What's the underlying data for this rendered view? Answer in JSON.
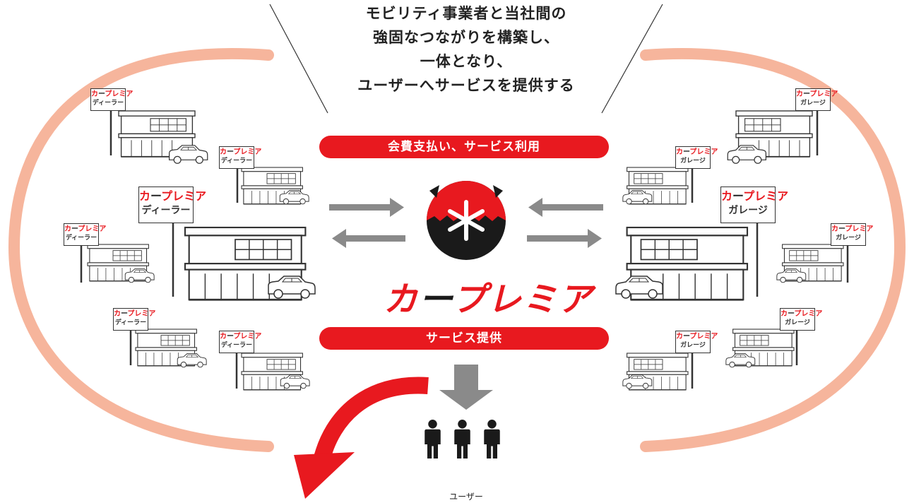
{
  "headline": {
    "line1": "モビリティ事業者と当社間の",
    "line2": "強固なつながりを構築し、",
    "line3": "一体となり、",
    "line4": "ユーザーへサービスを提供する"
  },
  "flows": {
    "top_label": "会費支払い、サービス利用",
    "bottom_label": "サービス提供"
  },
  "brand": {
    "name_part1": "カ",
    "name_dash": "ー",
    "name_part2": "プレミア",
    "sign_brand_part1": "カ",
    "sign_brand_dash": "ー",
    "sign_brand_part2": "プレミア",
    "dealer_label": "ディーラー",
    "garage_label": "ガレージ"
  },
  "users": {
    "label": "ユーザー",
    "count": 3
  },
  "colors": {
    "brand_red": "#e8191f",
    "ellipse_stroke": "#f6b59c",
    "arrow_gray": "#8a8a8a",
    "ink": "#1a1a1a"
  },
  "icons": {
    "logo": "snowflake-emblem-icon",
    "building": "store-building-icon",
    "car": "car-icon",
    "person": "person-icon"
  }
}
